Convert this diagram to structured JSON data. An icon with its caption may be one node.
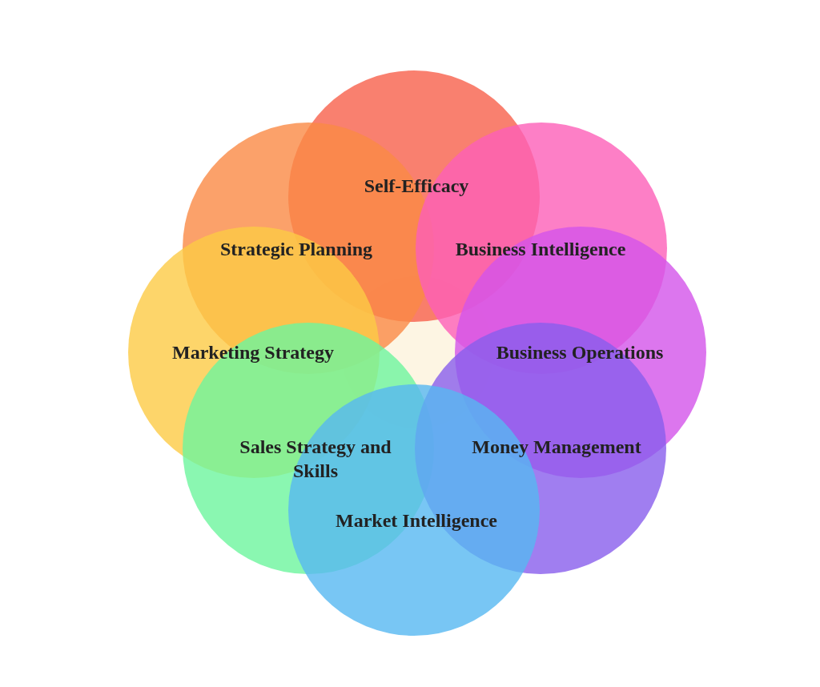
{
  "diagram": {
    "nodes": [
      {
        "text": [
          "Self-Efficacy"
        ]
      },
      {
        "text": [
          "Strategic Planning"
        ]
      },
      {
        "text": [
          "Business Intelligence"
        ]
      },
      {
        "text": [
          "Marketing Strategy"
        ]
      },
      {
        "text": [
          "Business Operations"
        ]
      },
      {
        "text": [
          "Sales Strategy and Skills"
        ]
      },
      {
        "text": [
          "Money Management"
        ]
      },
      {
        "text": [
          "Market Intelligence"
        ]
      }
    ]
  }
}
